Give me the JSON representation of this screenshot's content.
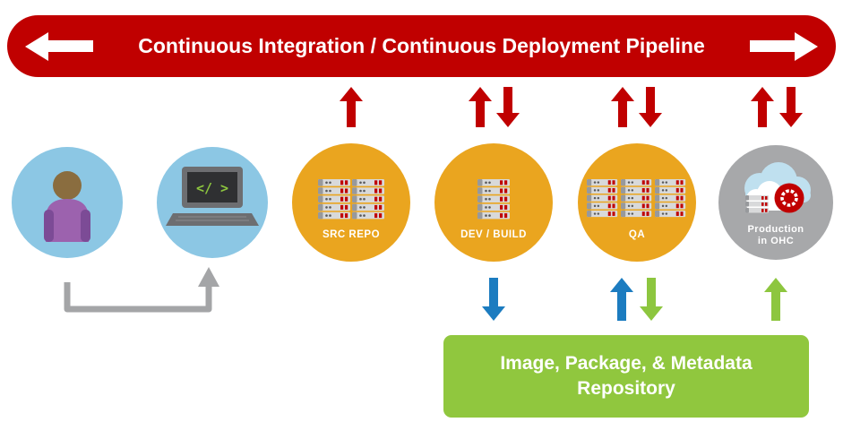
{
  "banner": {
    "title": "Continuous Integration / Continuous Deployment Pipeline"
  },
  "nodes": {
    "developer": {
      "icon": "person-icon"
    },
    "workstation": {
      "icon": "laptop-code-icon",
      "screen_code": "</ >"
    },
    "src_repo": {
      "label": "SRC REPO",
      "icon": "server-stack-icon"
    },
    "dev_build": {
      "label": "DEV / BUILD",
      "icon": "server-stack-icon"
    },
    "qa": {
      "label": "QA",
      "icon": "server-stack-icon"
    },
    "production": {
      "label_line1": "Production",
      "label_line2": "in OHC",
      "icon": "cloud-openshift-icon"
    }
  },
  "repository_box": {
    "line1": "Image, Package, & Metadata",
    "line2": "Repository"
  },
  "arrows": {
    "top_red": [
      "src_repo:up",
      "dev_build:up",
      "dev_build:down",
      "qa:up",
      "qa:down",
      "production:up",
      "production:down"
    ],
    "bottom": [
      "dev_build:down:blue",
      "qa:up:blue",
      "qa:down:green",
      "production:up:green"
    ],
    "connector": "developer -> workstation (gray)"
  },
  "colors": {
    "pipeline_red": "#c00000",
    "node_blue": "#8cc7e4",
    "node_orange": "#eaa51f",
    "node_gray": "#a7a8aa",
    "repo_green": "#90c73e",
    "arrow_blue": "#1c7cc0",
    "arrow_green": "#8dc63f",
    "connector_gray": "#a4a5a7"
  }
}
